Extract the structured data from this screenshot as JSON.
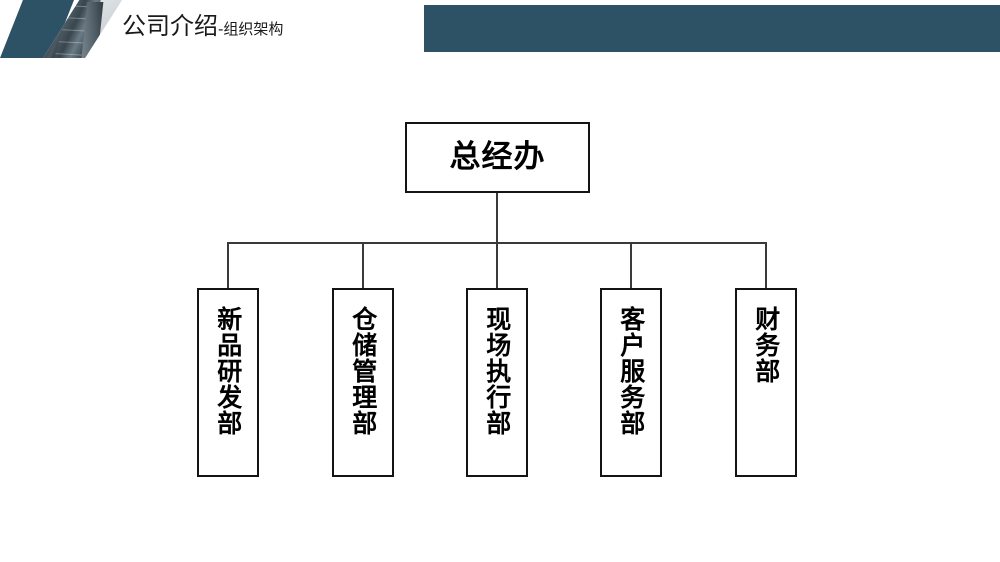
{
  "slide": {
    "title_main": "公司介绍",
    "title_sub": "-组织架构",
    "background_color": "#ffffff",
    "accent_color": "#2d5266"
  },
  "header": {
    "decor_parallelogram_name": "teal-parallelogram",
    "decor_photo_name": "skyscraper-photo",
    "bar_color": "#2d5266"
  },
  "chart_data": {
    "type": "diagram",
    "diagram_type": "organization-chart",
    "title": "公司介绍-组织架构",
    "orientation": "top-down",
    "root": {
      "id": "root",
      "label": "总经办",
      "text_direction": "horizontal"
    },
    "children": [
      {
        "id": "dept-1",
        "label": "新品研发部",
        "text_direction": "vertical"
      },
      {
        "id": "dept-2",
        "label": "仓储管理部",
        "text_direction": "vertical"
      },
      {
        "id": "dept-3",
        "label": "现场执行部",
        "text_direction": "vertical"
      },
      {
        "id": "dept-4",
        "label": "客户服务部",
        "text_direction": "vertical"
      },
      {
        "id": "dept-5",
        "label": "财务部",
        "text_direction": "vertical"
      }
    ],
    "node_style": {
      "fill": "#ffffff",
      "border_color": "#141414",
      "text_color": "#000000"
    },
    "connector_color": "#3a3a3a"
  }
}
